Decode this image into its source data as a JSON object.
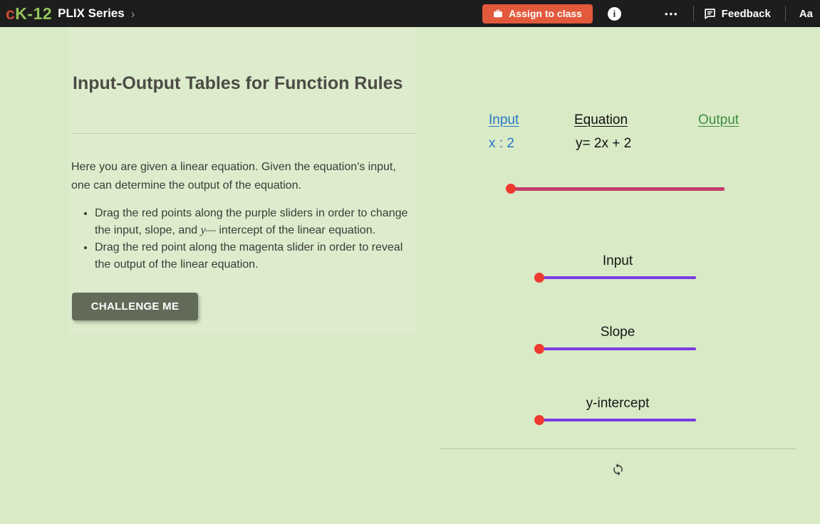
{
  "header": {
    "logo_c": "c",
    "logo_k12": "K-12",
    "app_title": "PLIX Series",
    "chevron": "›",
    "assign_button_label": "Assign to class",
    "more_dots": "•••",
    "feedback_label": "Feedback",
    "font_size_label": "Aa",
    "colors": {
      "bar": "#1d1d1d",
      "assign_button": "#e2593c",
      "logo_c": "#c94d32",
      "logo_k12": "#94c25b"
    }
  },
  "article": {
    "title": "Input-Output Tables for Function Rules",
    "intro": "Here you are given a linear equation. Given the equation's input, one can determine the output of the equation.",
    "bullets": [
      {
        "pre": "Drag the red points along the purple sliders in order to change the input, slope, and ",
        "italic": "y—",
        "post": " intercept of the linear equation."
      },
      {
        "pre": "Drag the red point along the magenta slider in order to reveal the output of the linear equation.",
        "italic": "",
        "post": ""
      }
    ],
    "challenge_button_label": "CHALLENGE ME"
  },
  "widget": {
    "columns": [
      {
        "label": "Input",
        "color": "#2878c8"
      },
      {
        "label": "Equation",
        "color": "#111111"
      },
      {
        "label": "Output",
        "color": "#3e8e41"
      }
    ],
    "input_value": "x : 2",
    "equation": "y= 2x + 2",
    "sliders": [
      {
        "label": "Input"
      },
      {
        "label": "Slope"
      },
      {
        "label": "y-intercept"
      }
    ],
    "colors": {
      "output_track": "#c73a68",
      "purple_track": "#7b3be2",
      "handle": "#ee392f",
      "background": "#d8eac6"
    }
  }
}
